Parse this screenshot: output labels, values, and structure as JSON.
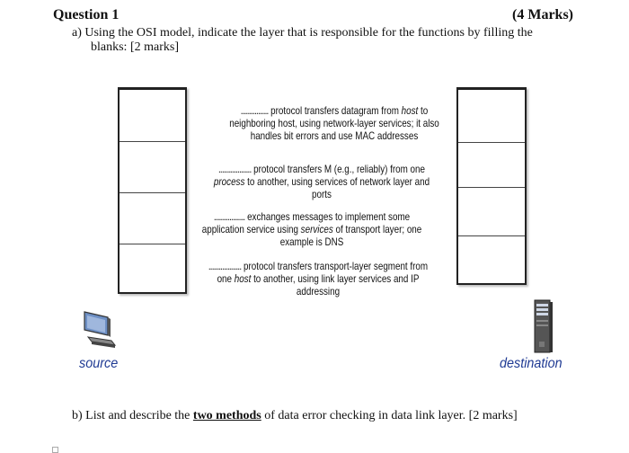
{
  "question": {
    "title": "Question 1",
    "marks": "(4 Marks)",
    "part_a": {
      "line1": "a) Using the OSI model, indicate the layer that is responsible for the functions by filling the",
      "line2": "blanks: [2 marks]"
    },
    "part_b": {
      "prefix": "b) List and describe the ",
      "emphasis": "two methods",
      "suffix": " of data error checking in data link layer. [2 marks]"
    }
  },
  "diagram": {
    "source_label": "source",
    "destination_label": "destination",
    "source_icon": "computer-icon",
    "destination_icon": "server-tower-icon",
    "descriptions": [
      {
        "blank": "................",
        "lines": [
          " protocol transfers datagram from host to",
          "neighboring host, using network-layer services; it also",
          "handles bit errors and use MAC addresses"
        ]
      },
      {
        "blank": "...................",
        "lines": [
          " protocol transfers M (e.g., reliably) from one",
          "process to another, using services of network layer and",
          "ports"
        ]
      },
      {
        "blank": "..................",
        "lines": [
          " exchanges messages to implement some",
          "application service using services of transport layer; one",
          "example is DNS"
        ]
      },
      {
        "blank": "...................",
        "lines": [
          " protocol transfers transport-layer segment from",
          "one host to another, using link layer services and IP",
          "addressing"
        ]
      }
    ]
  }
}
